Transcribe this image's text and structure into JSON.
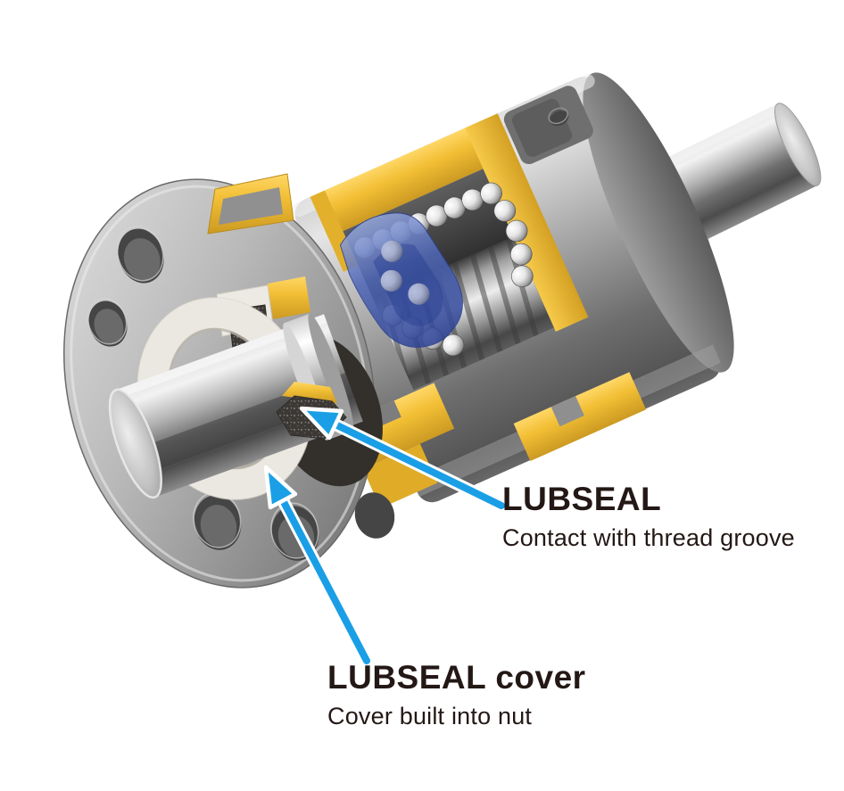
{
  "figure": {
    "annotations": [
      {
        "id": "lubseal",
        "title": "LUBSEAL",
        "subtitle": "Contact with thread groove"
      },
      {
        "id": "lubseal-cover",
        "title": "LUBSEAL cover",
        "subtitle": "Cover built into nut"
      }
    ],
    "colors": {
      "arrow": "#1a9fe6",
      "text": "#231815",
      "cutaway_gold": "#f2bf35",
      "recirculation_blue": "#4a5fae",
      "seal_dark": "#3b3835",
      "cover_white": "#ebe8e1",
      "metal_gray": "#9a9a9a",
      "background": "#ffffff"
    }
  }
}
